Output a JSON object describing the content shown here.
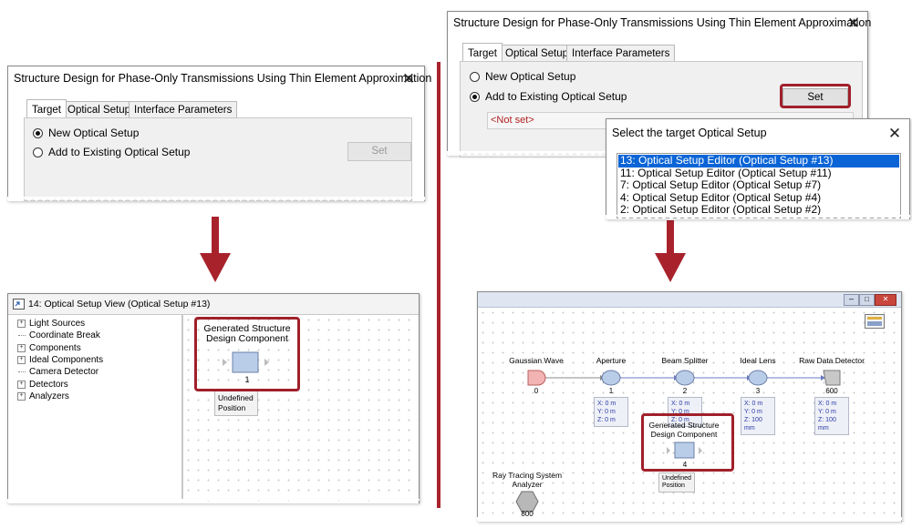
{
  "dialog_title": "Structure Design for Phase-Only Transmissions Using Thin Element Approximation",
  "close_glyph": "✕",
  "tabs": [
    "Target",
    "Optical Setup",
    "Interface Parameters"
  ],
  "radio_new": "New Optical Setup",
  "radio_add": "Add to Existing Optical Setup",
  "set_button": "Set",
  "not_set": "<Not set>",
  "select_title": "Select the target Optical Setup",
  "setup_list": [
    "13: Optical Setup Editor (Optical Setup #13)",
    "11: Optical Setup Editor (Optical Setup #11)",
    "7: Optical Setup Editor (Optical Setup #7)",
    "4: Optical Setup Editor (Optical Setup #4)",
    "2: Optical Setup Editor (Optical Setup #2)"
  ],
  "view_title": "14: Optical Setup View (Optical Setup #13)",
  "tree": [
    "Light Sources",
    "Coordinate Break",
    "Components",
    "Ideal Components",
    "Camera Detector",
    "Detectors",
    "Analyzers"
  ],
  "gen_component": {
    "line1": "Generated Structure",
    "line2": "Design Component",
    "index_left": "1",
    "index_right": "4"
  },
  "undefined_pos": {
    "line1": "Undefined",
    "line2": "Position"
  },
  "chain": [
    {
      "name": "Gaussian Wave",
      "index": "0"
    },
    {
      "name": "Aperture",
      "index": "1",
      "pos": [
        "X: 0 m",
        "Y: 0 m",
        "Z: 0 m"
      ]
    },
    {
      "name": "Beam Splitter",
      "index": "2",
      "pos": [
        "X: 0 m",
        "Y: 0 m",
        "Z: 0 m"
      ]
    },
    {
      "name": "Ideal Lens",
      "index": "3",
      "pos": [
        "X: 0 m",
        "Y: 0 m",
        "Z: 100 mm"
      ]
    },
    {
      "name": "Raw Data Detector",
      "index": "600",
      "pos": [
        "X: 0 m",
        "Y: 0 m",
        "Z: 100 mm"
      ]
    }
  ],
  "analyzer": {
    "line1": "Ray Tracing System",
    "line2": "Analyzer",
    "index": "800"
  },
  "colors": {
    "accent_red": "#a0202a",
    "selection_blue": "#0a64d6",
    "node_blue": "#b9cde8",
    "source_red": "#f2b3b3"
  }
}
